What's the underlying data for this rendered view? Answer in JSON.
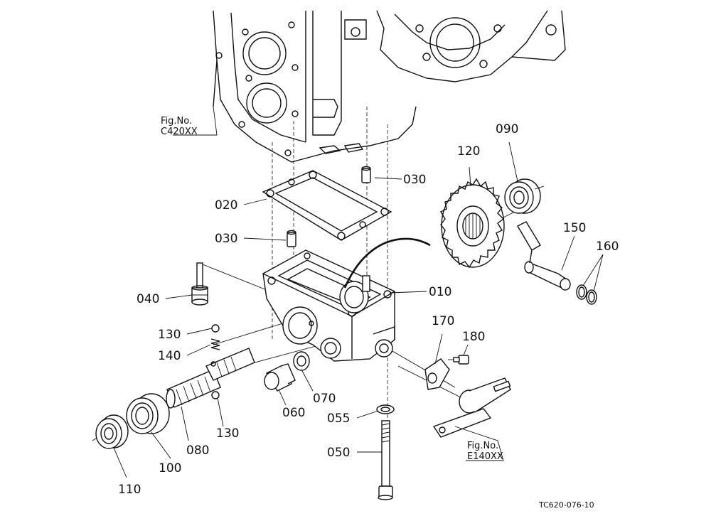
{
  "figure_refs": [
    {
      "line1": "Fig.No.",
      "line2": "C420XX"
    },
    {
      "line1": "Fig.No.",
      "line2": "E140XX"
    }
  ],
  "part_labels": [
    "010",
    "020",
    "030",
    "030",
    "040",
    "050",
    "055",
    "060",
    "070",
    "080",
    "090",
    "100",
    "110",
    "120",
    "130",
    "130",
    "140",
    "150",
    "160",
    "170",
    "180"
  ],
  "drawing_code": "TC620-076-10"
}
